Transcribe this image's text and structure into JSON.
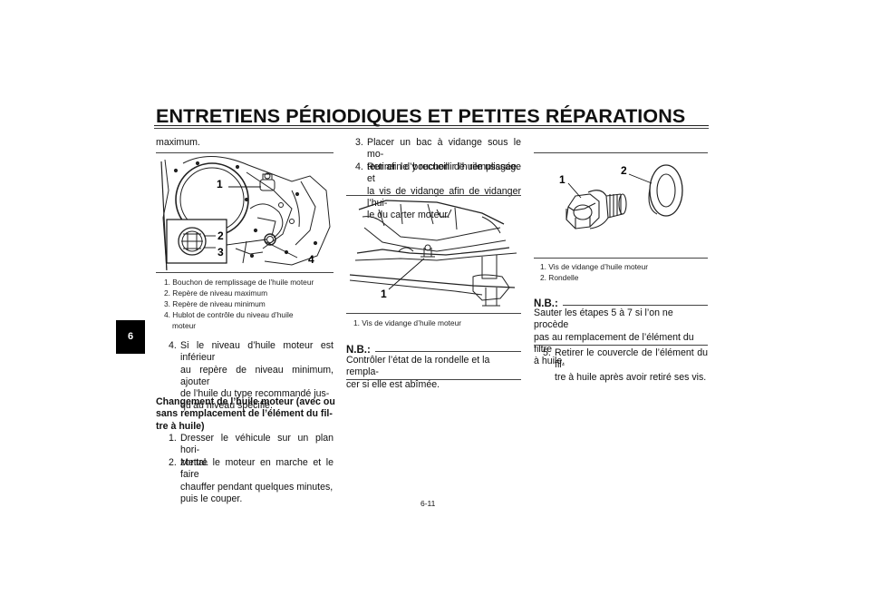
{
  "header": {
    "title": "ENTRETIENS PÉRIODIQUES ET PETITES RÉPARATIONS"
  },
  "chapter_tab": "6",
  "col1": {
    "intro": "maximum.",
    "figure_callouts": [
      "1",
      "2",
      "3",
      "4"
    ],
    "captions": [
      "1. Bouchon de remplissage de l’huile moteur",
      "2. Repère de niveau maximum",
      "3. Repère de niveau minimum",
      "4. Hublot de contrôle du niveau d’huile",
      "moteur"
    ],
    "step4": {
      "num": "4.",
      "lines": [
        "Si le niveau d’huile moteur est inférieur",
        "au repère de niveau minimum, ajouter",
        "de l’huile du type recommandé jus-",
        "qu’au niveau spécifié."
      ]
    },
    "heading_lines": [
      "Changement de l’huile moteur (avec ou",
      "sans remplacement de l’élément du fil-",
      "tre à huile)"
    ],
    "step1": {
      "num": "1.",
      "lines": [
        "Dresser le véhicule sur un plan hori-",
        "zontal."
      ]
    },
    "step2": {
      "num": "2.",
      "lines": [
        "Mettre le moteur en marche et le faire",
        "chauffer pendant quelques minutes,",
        "puis le couper."
      ]
    }
  },
  "col2": {
    "step3": {
      "num": "3.",
      "lines": [
        "Placer un bac à vidange sous le mo-",
        "teur afin d’y recueillir l’huile usagée."
      ]
    },
    "step4": {
      "num": "4.",
      "lines": [
        "Retirer le bouchon de remplissage et",
        "la vis de vidange afin de vidanger l’hui-",
        "le du carter moteur."
      ]
    },
    "figure_callouts": [
      "1"
    ],
    "caption": "1. Vis de vidange d’huile moteur",
    "nb_label": "N.B.:",
    "nb_lines": [
      "Contrôler l’état de la rondelle et la rempla-",
      "cer si elle est abîmée."
    ]
  },
  "col3": {
    "figure_callouts": [
      "1",
      "2"
    ],
    "captions": [
      "1. Vis de vidange d’huile moteur",
      "2. Rondelle"
    ],
    "nb_label": "N.B.:",
    "nb_lines": [
      "Sauter les étapes 5 à 7 si l’on ne procède",
      "pas au remplacement de l’élément du filtre",
      "à huile."
    ],
    "step5": {
      "num": "5.",
      "lines": [
        "Retirer le couvercle de l’élément du fil-",
        "tre à huile après avoir retiré ses vis."
      ]
    }
  },
  "footer": {
    "page_number": "6-11"
  }
}
